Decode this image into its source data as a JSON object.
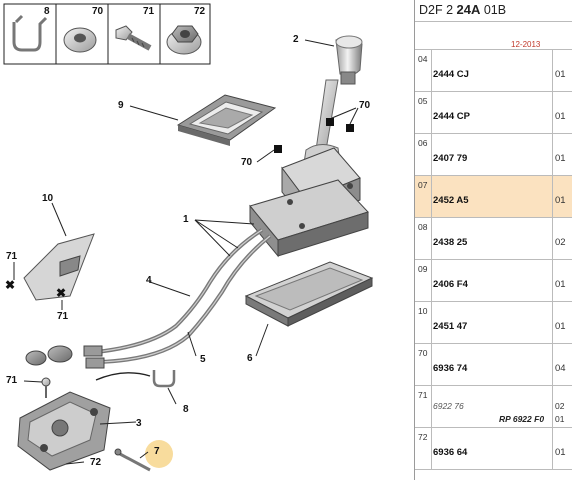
{
  "diagram": {
    "thumbnails": [
      {
        "id": "8",
        "label": "8",
        "icon": "bracket-clip-icon"
      },
      {
        "id": "70",
        "label": "70",
        "icon": "hex-nut-icon"
      },
      {
        "id": "71",
        "label": "71",
        "icon": "bolt-icon"
      },
      {
        "id": "72",
        "label": "72",
        "icon": "flange-nut-icon"
      }
    ],
    "callouts": {
      "c2": "2",
      "c70a": "70",
      "c9": "9",
      "c70b": "70",
      "c10": "10",
      "c1": "1",
      "c71a": "71",
      "c71b": "71",
      "c4": "4",
      "c6": "6",
      "c5": "5",
      "c71c": "71",
      "c8": "8",
      "c3": "3",
      "c7": "7",
      "c72": "72"
    },
    "highlight_color": "#f7d68c"
  },
  "parts_table": {
    "header": {
      "prefix": "D2F 2 ",
      "bold": "24A",
      "suffix": " 01B"
    },
    "subheader_note": "12-2013",
    "highlight_color": "#fbe2c0",
    "rows": [
      {
        "no": "04",
        "ref": "2444 CJ",
        "qty": "01",
        "highlighted": false
      },
      {
        "no": "05",
        "ref": "2444 CP",
        "qty": "01",
        "highlighted": false
      },
      {
        "no": "06",
        "ref": "2407 79",
        "qty": "01",
        "highlighted": false
      },
      {
        "no": "07",
        "ref": "2452 A5",
        "qty": "01",
        "highlighted": true
      },
      {
        "no": "08",
        "ref": "2438 25",
        "qty": "02",
        "highlighted": false
      },
      {
        "no": "09",
        "ref": "2406 F4",
        "qty": "01",
        "highlighted": false
      },
      {
        "no": "10",
        "ref": "2451 47",
        "qty": "01",
        "highlighted": false
      },
      {
        "no": "70",
        "ref": "6936 74",
        "qty": "04",
        "highlighted": false
      },
      {
        "no": "71",
        "ref": "6922 76",
        "qty": "02",
        "sub_ref": "RP 6922 F0",
        "sub_qty": "01",
        "italic": true,
        "highlighted": false
      },
      {
        "no": "72",
        "ref": "6936 64",
        "qty": "01",
        "highlighted": false
      }
    ]
  }
}
